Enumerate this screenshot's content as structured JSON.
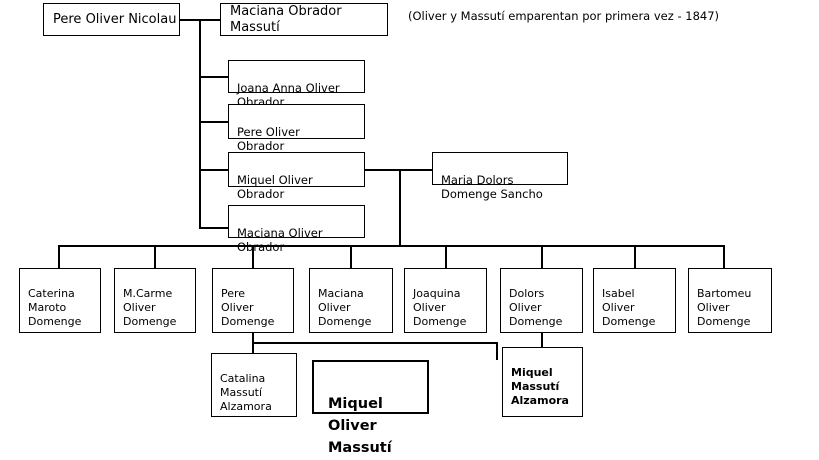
{
  "diagram": {
    "title_note": "(Oliver y Massutí emparentan por primera vez - 1847)",
    "generation1": [
      {
        "id": "pere-oliver-nicolau",
        "label": "Pere Oliver Nicolau"
      },
      {
        "id": "maciana-obrador-massuti",
        "label": "Maciana Obrador Massutí"
      }
    ],
    "generation2": [
      {
        "id": "joana-anna-oliver-obrador",
        "label": "Joana Anna Oliver\nObrador"
      },
      {
        "id": "pere-oliver-obrador",
        "label": "Pere Oliver\nObrador"
      },
      {
        "id": "miquel-oliver-obrador",
        "label": "Miquel Oliver\nObrador"
      },
      {
        "id": "maciana-oliver-obrador",
        "label": "Maciana Oliver\nObrador"
      }
    ],
    "spouse": {
      "id": "maria-dolors-domenge-sancho",
      "label": "Maria Dolors\nDomenge Sancho"
    },
    "generation3": [
      {
        "id": "caterina-maroto-domenge",
        "label": "Caterina\nMaroto\nDomenge"
      },
      {
        "id": "mcarme-oliver-domenge",
        "label": "M.Carme\nOliver\nDomenge"
      },
      {
        "id": "pere-oliver-domenge",
        "label": "Pere\nOliver\nDomenge"
      },
      {
        "id": "maciana-oliver-domenge",
        "label": "Maciana\nOliver\nDomenge"
      },
      {
        "id": "joaquina-oliver-domenge",
        "label": "Joaquina\nOliver\nDomenge"
      },
      {
        "id": "dolors-oliver-domenge",
        "label": "Dolors\nOliver\nDomenge"
      },
      {
        "id": "isabel-oliver-domenge",
        "label": "Isabel\nOliver\nDomenge"
      },
      {
        "id": "bartomeu-oliver-domenge",
        "label": "Bartomeu\nOliver\nDomenge"
      }
    ],
    "generation4": [
      {
        "id": "catalina-massuti-alzamora",
        "label": "Catalina\nMassutí\nAlzamora"
      },
      {
        "id": "miquel-oliver-massuti",
        "label": "Miquel Oliver\nMassutí"
      },
      {
        "id": "miquel-massuti-alzamora",
        "label": "Miquel\nMassutí\nAlzamora"
      }
    ],
    "colors": {
      "line": "#000000",
      "box_border": "#000000",
      "background": "#ffffff",
      "text": "#000000"
    }
  }
}
